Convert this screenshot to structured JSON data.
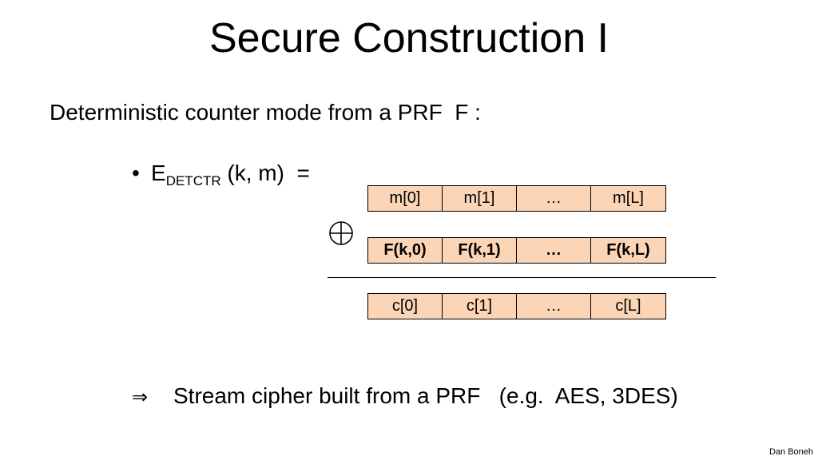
{
  "slide": {
    "title": "Secure Construction I",
    "subtitle": "Deterministic counter mode from a PRF  F :",
    "bullet": {
      "marker": "•",
      "func_main": "E",
      "func_sub": "DETCTR",
      "args": " (k, m)  ="
    },
    "diagram": {
      "operator_icon": "xor-circle-plus-icon",
      "message_blocks": [
        "m[0]",
        "m[1]",
        "…",
        "m[L]"
      ],
      "prf_blocks": [
        "F(k,0)",
        "F(k,1)",
        "…",
        "F(k,L)"
      ],
      "cipher_blocks": [
        "c[0]",
        "c[1]",
        "…",
        "c[L]"
      ],
      "block_fill_color": "#fbd5b5"
    },
    "conclusion": {
      "arrow": "⇒",
      "text": "Stream cipher built from a PRF   (e.g.  AES, 3DES)"
    },
    "author": "Dan Boneh"
  }
}
